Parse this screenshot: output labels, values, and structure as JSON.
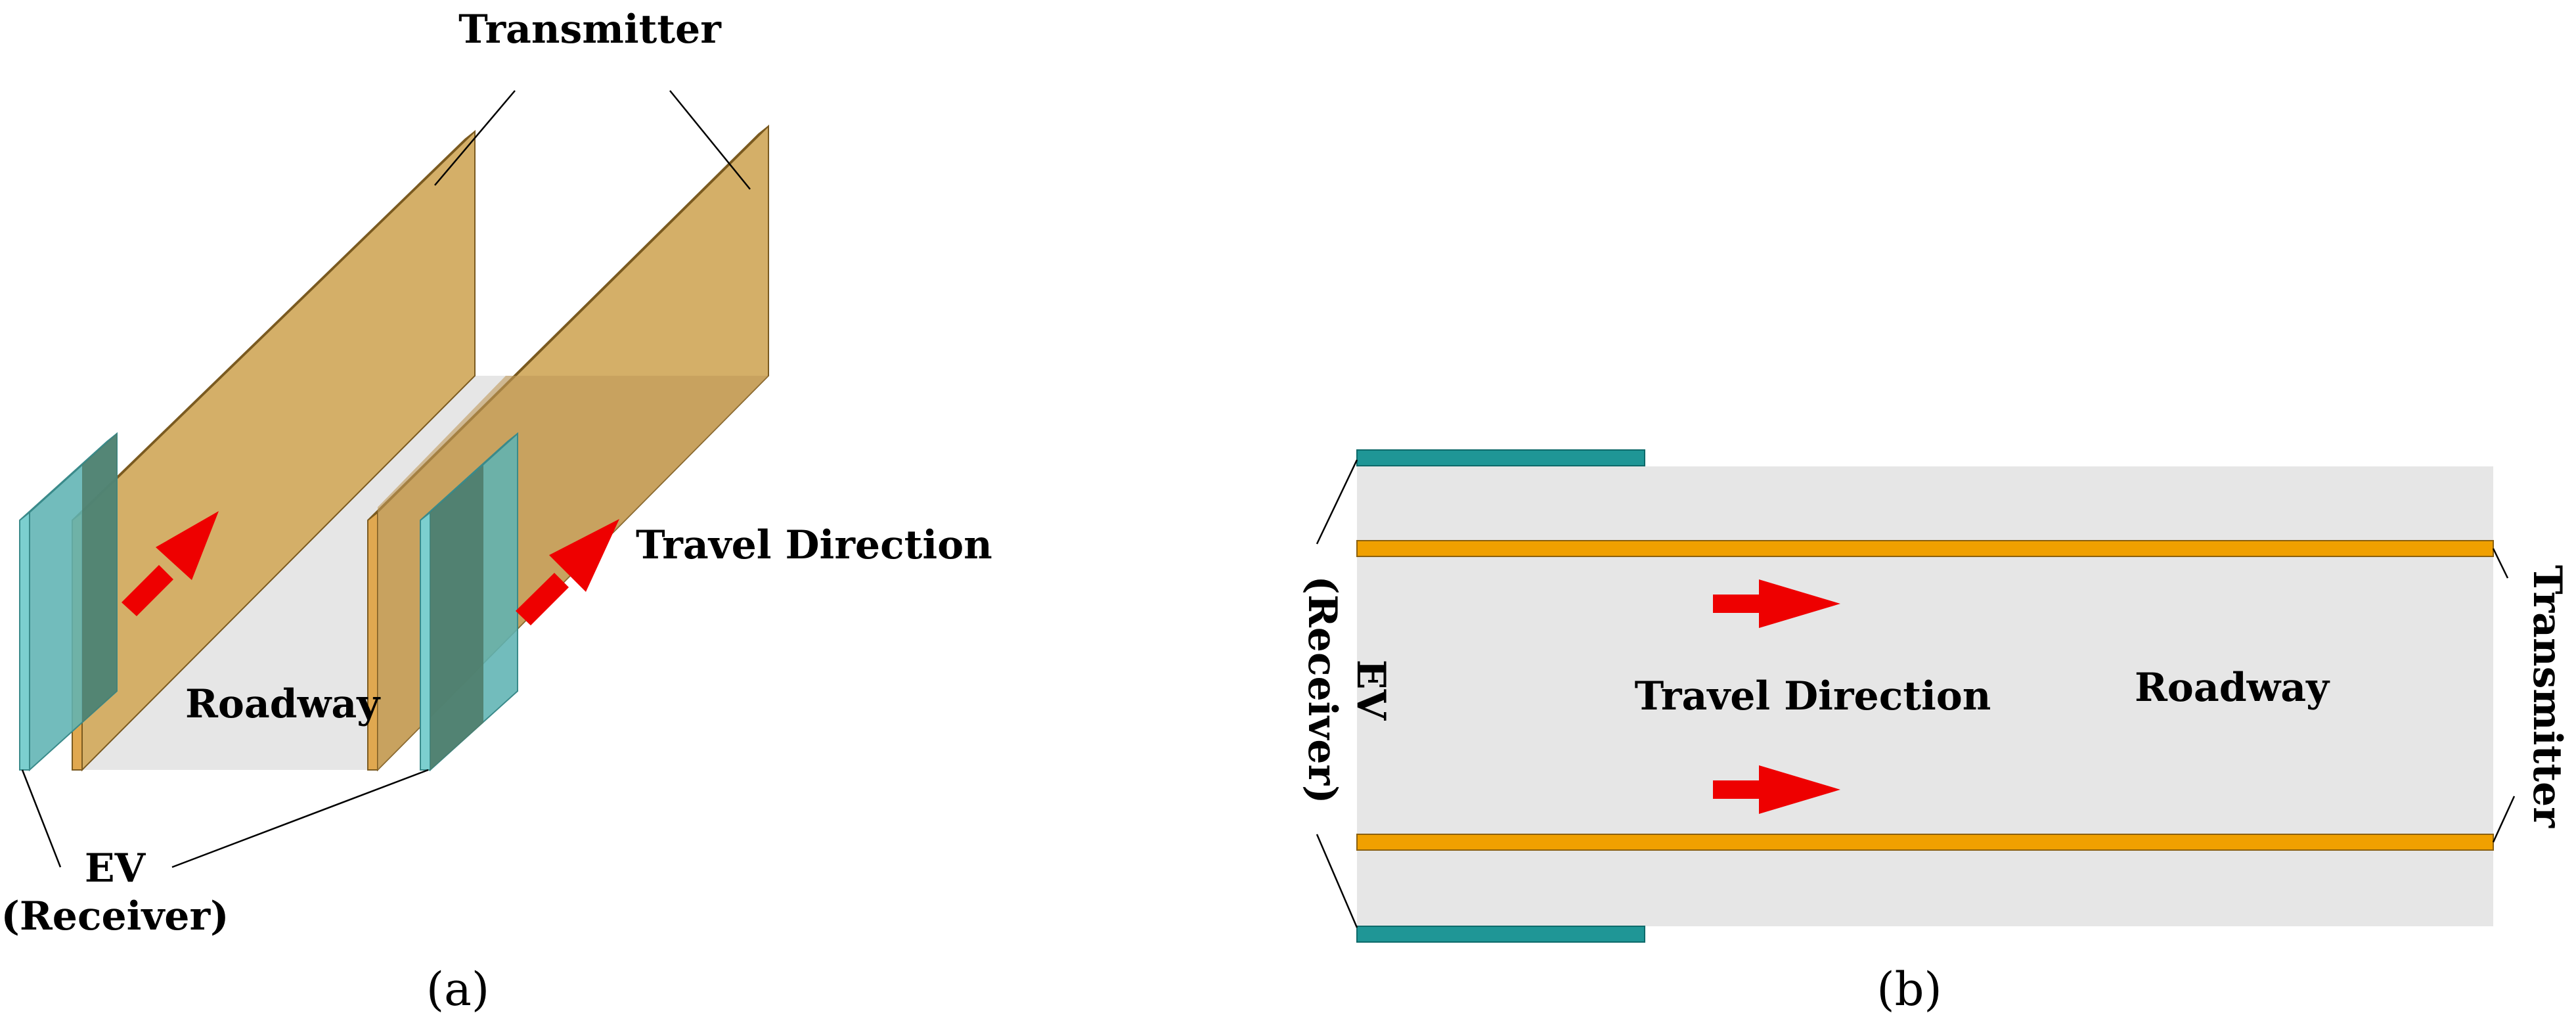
{
  "panel_a": {
    "caption": "(a)",
    "labels": {
      "transmitter": "Transmitter",
      "travel_direction": "Travel Direction",
      "roadway": "Roadway",
      "ev_line1": "EV",
      "ev_line2": "(Receiver)"
    }
  },
  "panel_b": {
    "caption": "(b)",
    "labels": {
      "travel_direction": "Travel Direction",
      "roadway": "Roadway",
      "ev_line1": "EV",
      "ev_line2": "(Receiver)",
      "transmitter": "Transmitter"
    }
  },
  "colors": {
    "transmitter": "#d4af68",
    "transmitter_edge": "#f0c070",
    "transmitter_dark": "#c09a5a",
    "receiver": "#5fb3b3",
    "receiver_dark": "#4f7c6a",
    "road": "#e6e6e6",
    "arrow": "#ee0000",
    "rail": "#f0a000",
    "receiver_bar": "#1f9696"
  }
}
